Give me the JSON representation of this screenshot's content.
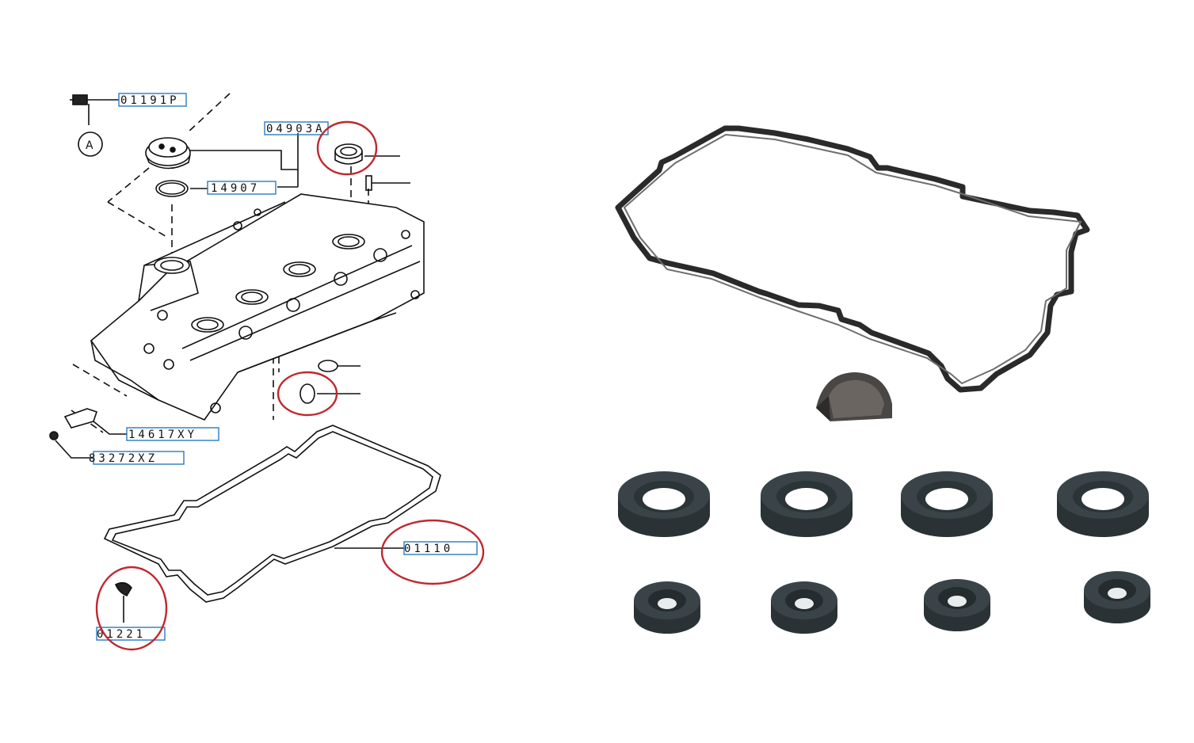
{
  "diagram": {
    "callouts": [
      {
        "id": "sensor",
        "code": "01191P"
      },
      {
        "id": "oil-cap-assembly",
        "code": "04903A"
      },
      {
        "id": "cap-seal",
        "code": "14907"
      },
      {
        "id": "bracket",
        "code": "14617XY"
      },
      {
        "id": "bolt",
        "code": "83272XZ"
      },
      {
        "id": "valve-cover-gasket",
        "code": "01110"
      },
      {
        "id": "half-moon-seal",
        "code": "01221"
      }
    ],
    "circle_marker": "A",
    "highlight_color": "#c0282f",
    "label_box_color": "#2a7bbf"
  },
  "photo": {
    "large_seals_count": 4,
    "small_seals_count": 4,
    "seal_color": "#3a4448",
    "gasket_color": "#1e1e1e"
  }
}
